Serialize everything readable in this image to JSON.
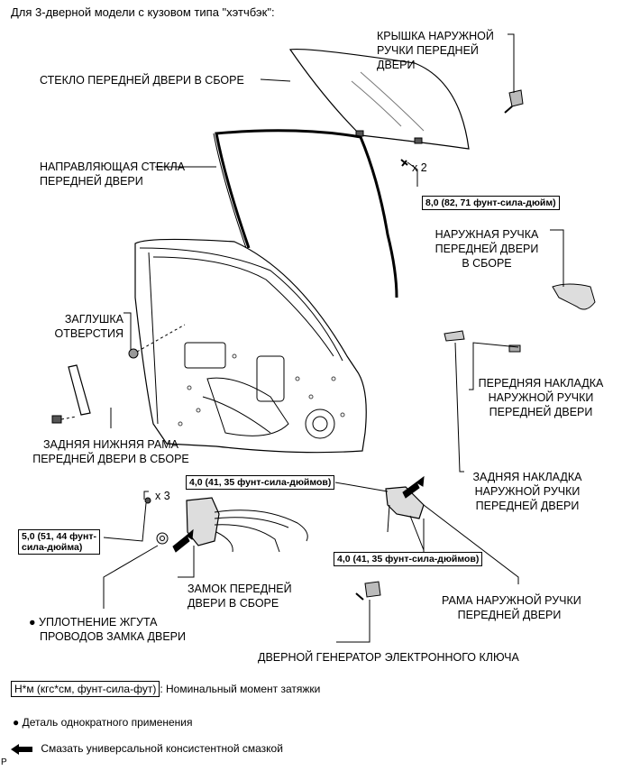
{
  "header": "Для 3-дверной модели с кузовом типа \"хэтчбэк\":",
  "labels": {
    "outer_handle_cover": [
      "КРЫШКА НАРУЖНОЙ",
      "РУЧКИ ПЕРЕДНЕЙ",
      "ДВЕРИ"
    ],
    "glass": "СТЕКЛО ПЕРЕДНЕЙ ДВЕРИ В СБОРЕ",
    "glass_run": [
      "НАПРАВЛЯЮЩАЯ СТЕКЛА",
      "ПЕРЕДНЕЙ ДВЕРИ"
    ],
    "x2": "x 2",
    "outer_handle": [
      "НАРУЖНАЯ РУЧКА",
      "ПЕРЕДНЕЙ ДВЕРИ",
      "В СБОРЕ"
    ],
    "hole_plug": [
      "ЗАГЛУШКА",
      "ОТВЕРСТИЯ"
    ],
    "front_pad": [
      "ПЕРЕДНЯЯ НАКЛАДКА",
      "НАРУЖНОЙ РУЧКИ",
      "ПЕРЕДНЕЙ ДВЕРИ"
    ],
    "rear_frame": [
      "ЗАДНЯЯ НИЖНЯЯ РАМА",
      "ПЕРЕДНЕЙ ДВЕРИ В СБОРЕ"
    ],
    "rear_pad": [
      "ЗАДНЯЯ НАКЛАДКА",
      "НАРУЖНОЙ РУЧКИ",
      "ПЕРЕДНЕЙ ДВЕРИ"
    ],
    "x3": "x 3",
    "lock": [
      "ЗАМОК ПЕРЕДНЕЙ",
      "ДВЕРИ В СБОРЕ"
    ],
    "seal": [
      "● УПЛОТНЕНИЕ ЖГУТА",
      "ПРОВОДОВ ЗАМКА ДВЕРИ"
    ],
    "handle_frame": [
      "РАМА НАРУЖНОЙ РУЧКИ",
      "ПЕРЕДНЕЙ ДВЕРИ"
    ],
    "generator": "ДВЕРНОЙ ГЕНЕРАТОР ЭЛЕКТРОННОГО КЛЮЧА"
  },
  "torques": {
    "t1": "8,0 (82, 71 фунт-сила-дюйм)",
    "t2": "4,0 (41, 35 фунт-сила-дюймов)",
    "t3": [
      "5,0 (51, 44 фунт-",
      "сила-дюйма)"
    ],
    "t4": "4,0 (41, 35 фунт-сила-дюймов)"
  },
  "legend": {
    "unit_box": "Н*м (кгс*см, фунт-сила-фут)",
    "unit_text": ": Номинальный момент затяжки",
    "once_text": "● Деталь однократного применения",
    "grease_text": "Смазать универсальной консистентной смазкой"
  },
  "footer_mark": "P"
}
